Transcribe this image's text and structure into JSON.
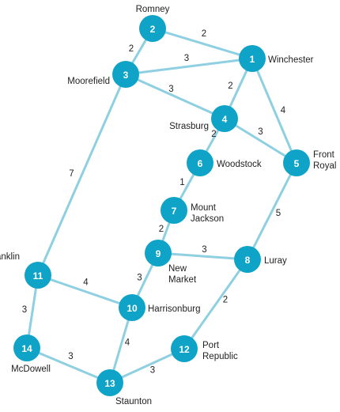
{
  "nodes": [
    {
      "id": "1",
      "label": [
        "Winchester"
      ]
    },
    {
      "id": "2",
      "label": [
        "Romney"
      ]
    },
    {
      "id": "3",
      "label": [
        "Moorefield"
      ]
    },
    {
      "id": "4",
      "label": [
        "Strasburg"
      ]
    },
    {
      "id": "5",
      "label": [
        "Front",
        "Royal"
      ]
    },
    {
      "id": "6",
      "label": [
        "Woodstock"
      ]
    },
    {
      "id": "7",
      "label": [
        "Mount",
        "Jackson"
      ]
    },
    {
      "id": "8",
      "label": [
        "Luray"
      ]
    },
    {
      "id": "9",
      "label": [
        "New",
        "Market"
      ]
    },
    {
      "id": "10",
      "label": [
        "Harrisonburg"
      ]
    },
    {
      "id": "11",
      "label": [
        "Franklin"
      ]
    },
    {
      "id": "12",
      "label": [
        "Port",
        "Republic"
      ]
    },
    {
      "id": "13",
      "label": [
        "Staunton"
      ]
    },
    {
      "id": "14",
      "label": [
        "McDowell"
      ]
    }
  ],
  "edges": [
    {
      "from": "2",
      "to": "1",
      "weight": "2"
    },
    {
      "from": "2",
      "to": "3",
      "weight": "2"
    },
    {
      "from": "3",
      "to": "1",
      "weight": "3"
    },
    {
      "from": "3",
      "to": "4",
      "weight": "3"
    },
    {
      "from": "1",
      "to": "4",
      "weight": "2"
    },
    {
      "from": "1",
      "to": "5",
      "weight": "4"
    },
    {
      "from": "4",
      "to": "5",
      "weight": "3"
    },
    {
      "from": "4",
      "to": "6",
      "weight": "2"
    },
    {
      "from": "3",
      "to": "11",
      "weight": "7"
    },
    {
      "from": "6",
      "to": "7",
      "weight": "1"
    },
    {
      "from": "5",
      "to": "8",
      "weight": "5"
    },
    {
      "from": "7",
      "to": "9",
      "weight": "2"
    },
    {
      "from": "9",
      "to": "8",
      "weight": "3"
    },
    {
      "from": "9",
      "to": "10",
      "weight": "3"
    },
    {
      "from": "11",
      "to": "10",
      "weight": "4"
    },
    {
      "from": "11",
      "to": "14",
      "weight": "3"
    },
    {
      "from": "8",
      "to": "12",
      "weight": "2"
    },
    {
      "from": "10",
      "to": "13",
      "weight": "4"
    },
    {
      "from": "14",
      "to": "13",
      "weight": "3"
    },
    {
      "from": "12",
      "to": "13",
      "weight": "3"
    }
  ],
  "colors": {
    "node": "#0ea3c7",
    "edge": "#8ed0e2",
    "node_text": "#ffffff",
    "label_text": "#222222"
  }
}
